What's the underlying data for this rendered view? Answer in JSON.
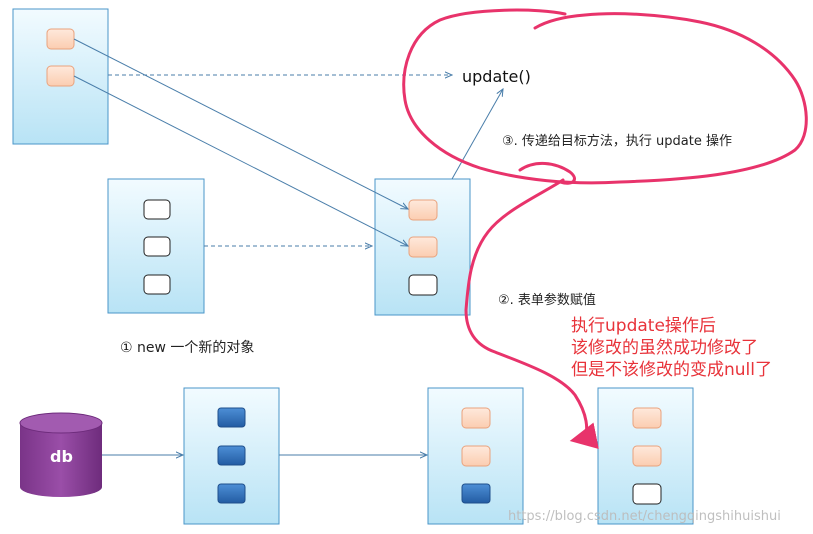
{
  "labels": {
    "update_method": "update()",
    "step1": "① new 一个新的对象",
    "step2": "②. 表单参数赋值",
    "step3": "③. 传递给目标方法，执行 update 操作",
    "db": "db",
    "note_line1": "执行update操作后",
    "note_line2": "该修改的虽然成功修改了",
    "note_line3": "但是不该修改的变成null了",
    "watermark": "https://blog.csdn.net/chengqingshihuishui"
  },
  "colors": {
    "box_top": "#f2fbff",
    "box_bottom": "#b8e3f5",
    "box_border": "#4a96c8",
    "field_orange": "#fdd9c2",
    "field_orange_border": "#e9a27d",
    "field_blue": "#2f6eb8",
    "field_blue_border": "#1f4f8c",
    "arrow": "#4a7eaa",
    "scribble": "#e8336b",
    "note_red": "#e8333a",
    "db_fill": "#8a3f97"
  }
}
